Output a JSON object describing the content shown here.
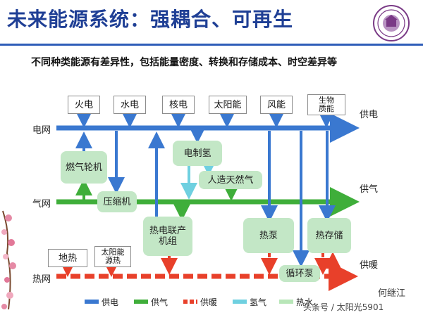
{
  "title": "未来能源系统：强耦合、可再生",
  "subtitle": "不同种类能源有差异性，包括能量密度、转换和存储成本、时空差异等",
  "sources_top": [
    {
      "label": "火电"
    },
    {
      "label": "水电"
    },
    {
      "label": "核电"
    },
    {
      "label": "太阳能"
    },
    {
      "label": "风能"
    },
    {
      "label": "生物质能",
      "lines": [
        "生物",
        "质能"
      ]
    }
  ],
  "sources_heat": [
    {
      "label": "地热"
    },
    {
      "label": "太阳能源热",
      "lines": [
        "太阳能",
        "源热"
      ]
    }
  ],
  "nets": {
    "power_left": "电网",
    "power_right": "供电",
    "gas_left": "气网",
    "gas_right": "供气",
    "heat_left": "热网",
    "heat_right": "供暖"
  },
  "nodes": {
    "gas_turbine": "燃气轮机",
    "power_to_h2": "电制氢",
    "synthetic_gas": "人造天然气",
    "compressor": "压缩机",
    "chp": "热电联产机组",
    "heat_pump": "热泵",
    "heat_storage": "热存储",
    "circulation_pump": "循环泵"
  },
  "legend": [
    {
      "label": "供电",
      "color": "#3a78d0",
      "style": "solid"
    },
    {
      "label": "供气",
      "color": "#3fae3a",
      "style": "solid"
    },
    {
      "label": "供暖",
      "color": "#e8402a",
      "style": "dashed"
    },
    {
      "label": "氢气",
      "color": "#6fd0e0",
      "style": "solid"
    },
    {
      "label": "热水",
      "color": "#b8e6b8",
      "style": "solid"
    }
  ],
  "colors": {
    "power": "#3a78d0",
    "gas": "#3fae3a",
    "heat": "#e8402a",
    "hydrogen": "#6fd0e0",
    "node_fill": "#c3e7c6",
    "title": "#1f3f95"
  },
  "watermark": {
    "line1": "何继江",
    "line2": "头条号 / 太阳光5901"
  }
}
